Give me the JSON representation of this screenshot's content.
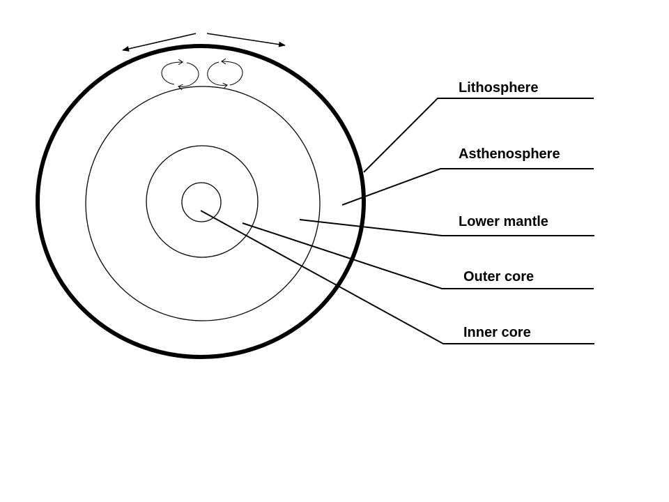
{
  "labels": {
    "lithosphere": "Lithosphere",
    "asthenosphere": "Asthenosphere",
    "lower_mantle": "Lower mantle",
    "outer_core": "Outer core",
    "inner_core": "Inner core"
  },
  "colors": {
    "ink": "#000000",
    "background": "#ffffff"
  }
}
